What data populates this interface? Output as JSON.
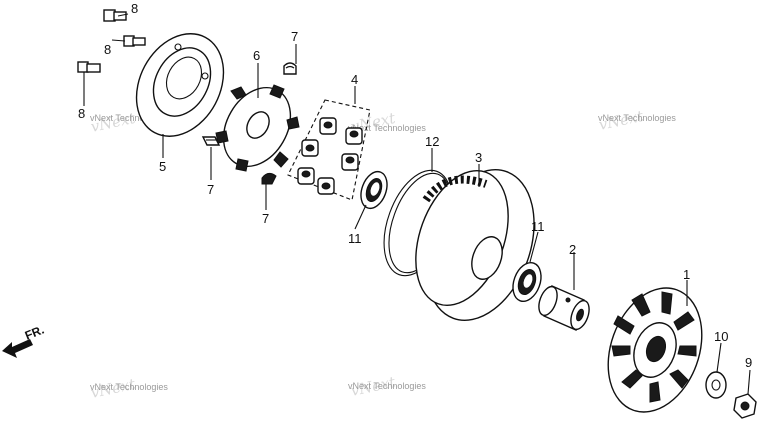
{
  "callouts": {
    "p1": "1",
    "p2": "2",
    "p3": "3",
    "p4": "4",
    "p5": "5",
    "p6": "6",
    "p7a": "7",
    "p7b": "7",
    "p7c": "7",
    "p8a": "8",
    "p8b": "8",
    "p8c": "8",
    "p9": "9",
    "p10": "10",
    "p11a": "11",
    "p11b": "11",
    "p12": "12"
  },
  "direction": {
    "label": "FR."
  },
  "watermarks": [
    "vNext Technologies",
    "vNext Technologies",
    "vNext Technologies",
    "vNext Technologies",
    "vNext Technologies"
  ]
}
